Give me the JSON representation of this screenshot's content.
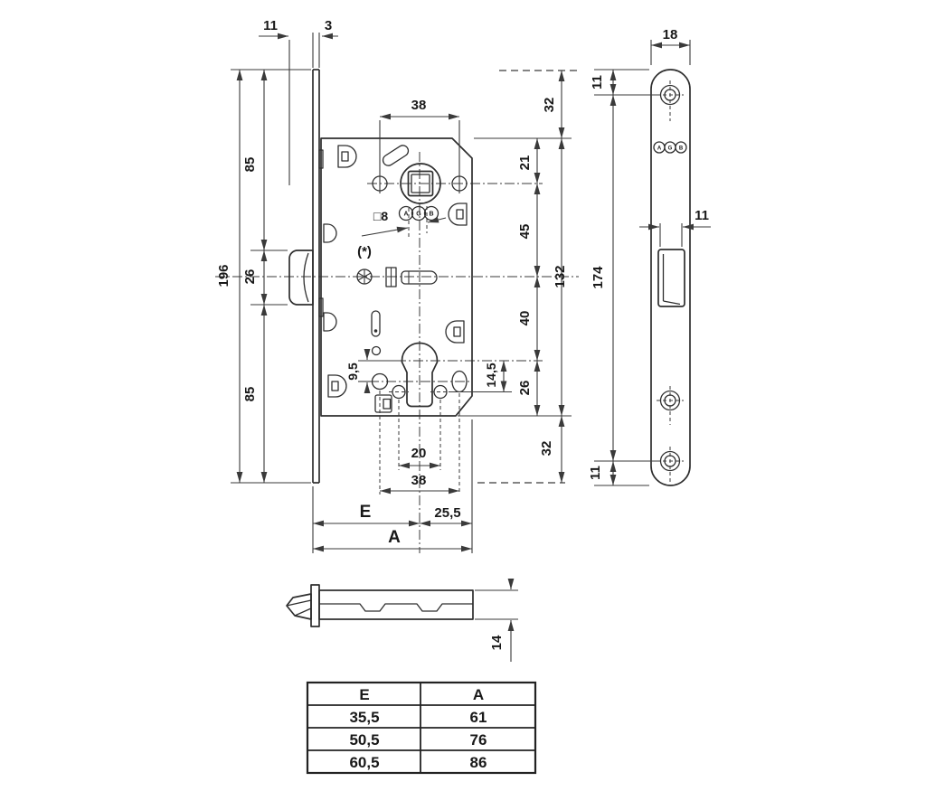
{
  "lock_body_view": {
    "dim_latch_protrusion": "11",
    "dim_faceplate_thickness": "3",
    "dim_faceplate_length": "196",
    "dim_faceplate_top_to_latch": "85",
    "dim_latch_height": "26",
    "dim_latch_to_faceplate_bottom": "85",
    "dim_handle_hole_span_top": "38",
    "dim_spindle_square": "□8",
    "note_asterisk": "(*)",
    "dim_top_overhang": "32",
    "dim_body_top_to_follower": "21",
    "dim_follower_to_axis": "45",
    "dim_body_height": "132",
    "dim_axis_to_cylinder": "40",
    "dim_cylinder_to_body_bottom": "26",
    "dim_bottom_overhang": "32",
    "dim_hole_offset": "9,5",
    "dim_cylinder_screw_offset": "14,5",
    "dim_screw_span": "20",
    "dim_cylinder_hole_span": "38",
    "dim_backset_label": "E",
    "dim_edge_offset": "25,5",
    "dim_total_depth_label": "A",
    "logo_letters": [
      "A",
      "G",
      "B"
    ]
  },
  "strike_plate_view": {
    "dim_width": "18",
    "dim_top_screw_offset": "11",
    "dim_latch_slot_width": "11",
    "dim_screw_span": "174",
    "dim_bottom_screw_offset": "11",
    "logo_letters": [
      "A",
      "G",
      "B"
    ]
  },
  "latch_side_view": {
    "dim_height": "14"
  },
  "table": {
    "headers": [
      "E",
      "A"
    ],
    "rows": [
      [
        "35,5",
        "61"
      ],
      [
        "50,5",
        "76"
      ],
      [
        "60,5",
        "86"
      ]
    ]
  }
}
